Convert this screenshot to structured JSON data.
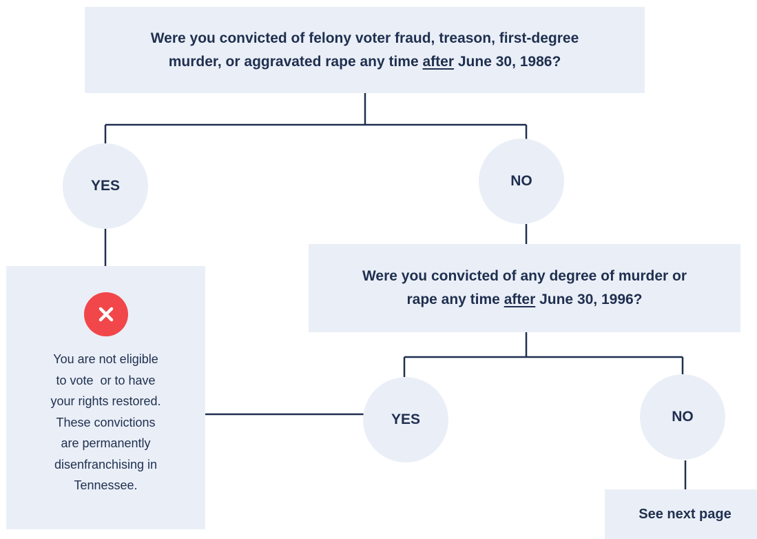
{
  "questions": {
    "q1": {
      "line1": "Were you convicted of felony voter fraud, treason, first-degree",
      "line2_pre": "murder, or aggravated rape any time",
      "line2_under": "after",
      "line2_post": "June 30, 1986?"
    },
    "q2": {
      "line1": "Were you convicted of any degree of murder or",
      "line2_pre": "rape any time",
      "line2_under": "after",
      "line2_post": "June 30, 1996?"
    }
  },
  "answers": {
    "yes": "YES",
    "no": "NO"
  },
  "result_ineligible": {
    "icon": "x-icon",
    "lines": [
      "You are not eligible",
      "to vote  or to have",
      "your rights restored.",
      "These convictions",
      "are permanently",
      "disenfranchising in",
      "Tennessee."
    ]
  },
  "next_page": "See next page",
  "colors": {
    "box_bg": "#eaeff7",
    "text": "#1f2f4f",
    "line": "#1f2f4f",
    "danger": "#f1474a"
  }
}
